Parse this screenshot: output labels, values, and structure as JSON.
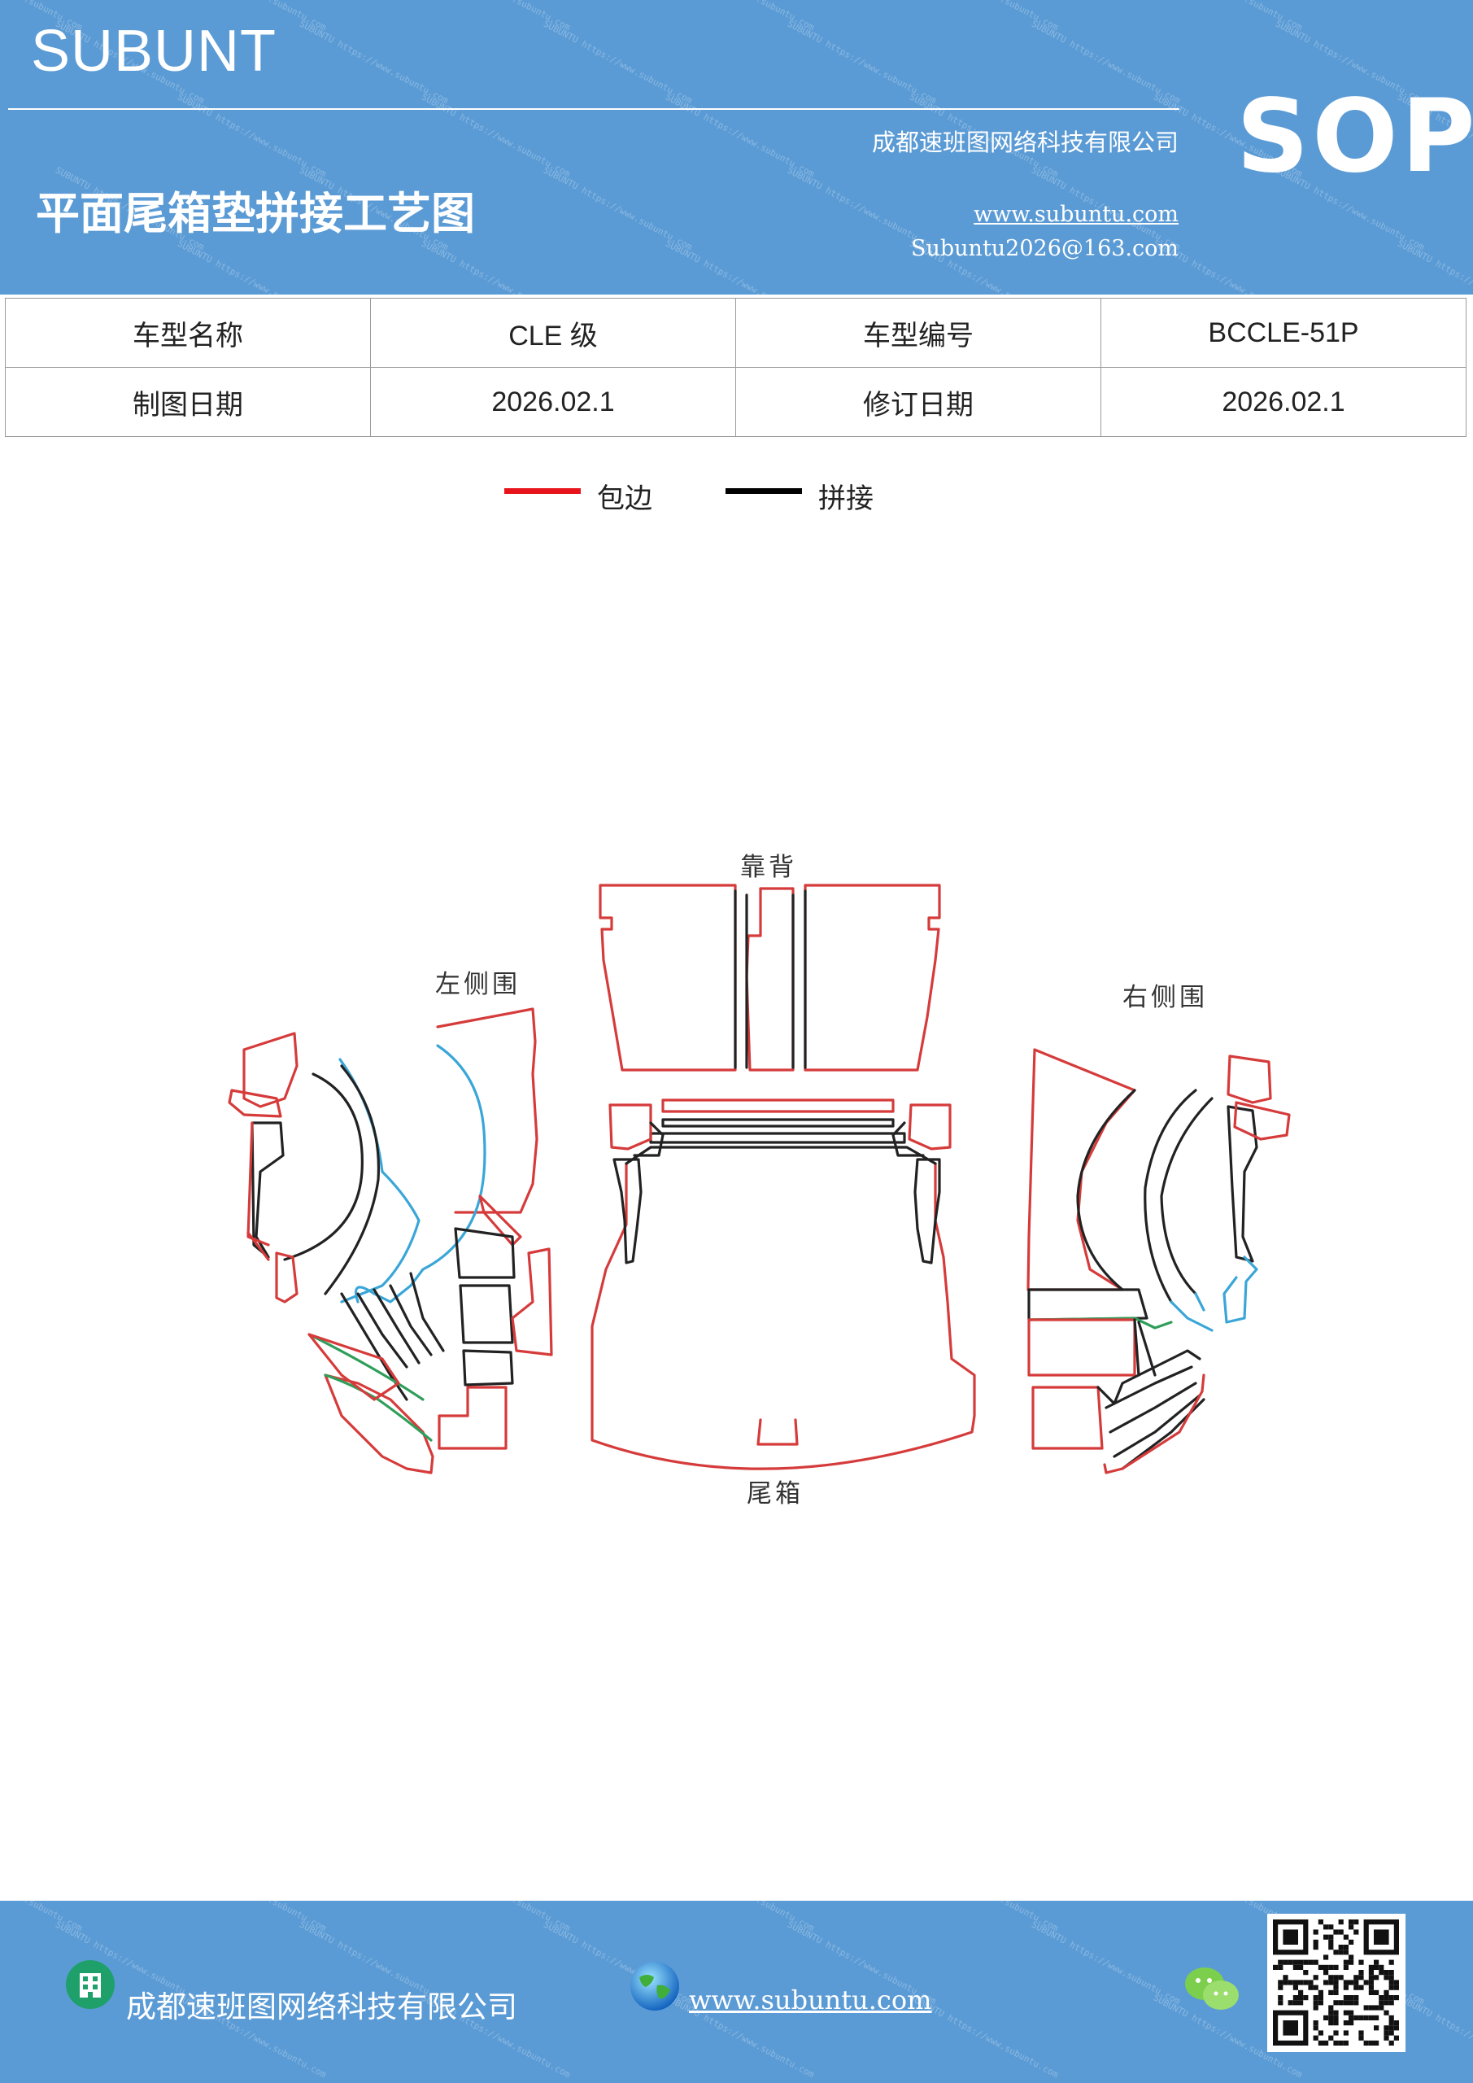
{
  "header": {
    "brand": "SUBUNT",
    "company": "成都速班图网络科技有限公司",
    "title": "平面尾箱垫拼接工艺图",
    "website": "www.subuntu.com",
    "email": "Subuntu2026@163.com",
    "badge": "SOP",
    "watermark": "SUBUNTU https://www.subuntu.com"
  },
  "info_table": {
    "rows": [
      [
        "车型名称",
        "CLE 级",
        "车型编号",
        "BCCLE-51P"
      ],
      [
        "制图日期",
        "2026.02.1",
        "修订日期",
        "2026.02.1"
      ]
    ]
  },
  "legend": {
    "items": [
      {
        "label": "包边",
        "color": "#e8141c"
      },
      {
        "label": "拼接",
        "color": "#000000"
      }
    ]
  },
  "diagram": {
    "labels": {
      "backrest": "靠背",
      "left_side": "左侧围",
      "right_side": "右侧围",
      "trunk": "尾箱"
    },
    "colors": {
      "edge": "#d63b3b",
      "seam": "#222222",
      "blue": "#3aa6d8",
      "green": "#2e9e5a"
    }
  },
  "footer": {
    "company": "成都速班图网络科技有限公司",
    "website": "www.subuntu.com",
    "icons": [
      "company-icon",
      "globe-icon",
      "wechat-icon",
      "qr-code"
    ]
  }
}
